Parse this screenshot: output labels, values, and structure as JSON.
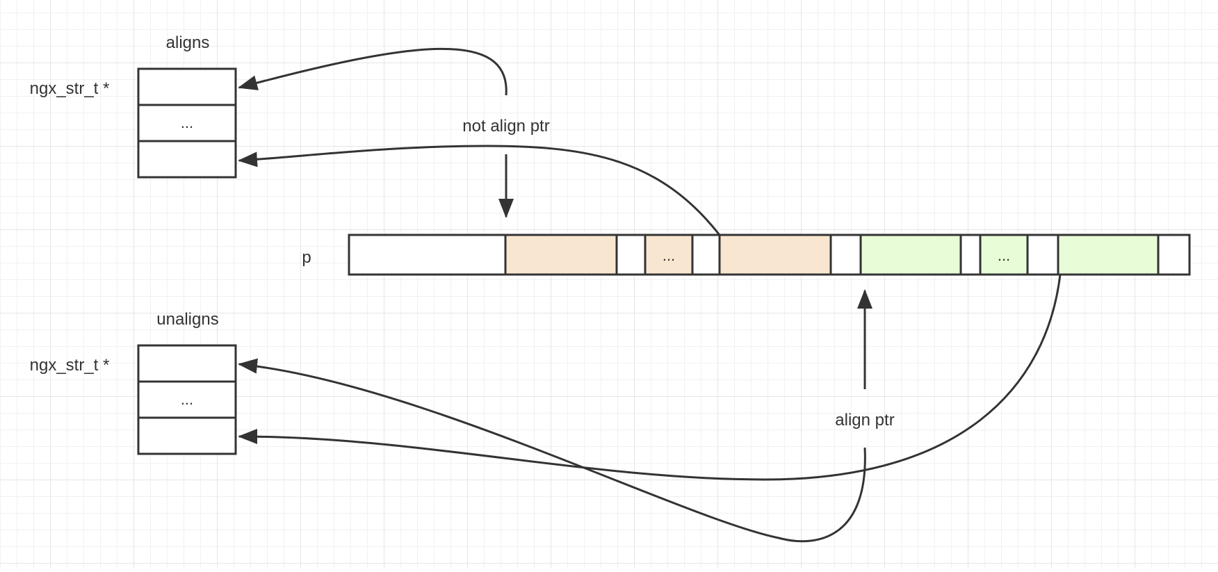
{
  "diagram": {
    "aligns": {
      "title": "aligns",
      "type_label": "ngx_str_t *",
      "cells": [
        "",
        "...",
        ""
      ]
    },
    "unaligns": {
      "title": "unaligns",
      "type_label": "ngx_str_t *",
      "cells": [
        "",
        "...",
        ""
      ]
    },
    "buffer": {
      "label": "p",
      "segments": [
        {
          "name": "buffer-start",
          "text": "",
          "color": "#ffffff"
        },
        {
          "name": "unaligned-block-1",
          "text": "",
          "color": "#f9e6d0"
        },
        {
          "name": "buffer-gap-1",
          "text": "",
          "color": "#ffffff"
        },
        {
          "name": "unaligned-ellipsis",
          "text": "...",
          "color": "#f9e6d0"
        },
        {
          "name": "buffer-gap-2",
          "text": "",
          "color": "#ffffff"
        },
        {
          "name": "unaligned-block-2",
          "text": "",
          "color": "#f9e6d0"
        },
        {
          "name": "buffer-gap-3",
          "text": "",
          "color": "#ffffff"
        },
        {
          "name": "aligned-block-1",
          "text": "",
          "color": "#e8fcd7"
        },
        {
          "name": "buffer-gap-4",
          "text": "",
          "color": "#ffffff"
        },
        {
          "name": "aligned-ellipsis",
          "text": "...",
          "color": "#e8fcd7"
        },
        {
          "name": "buffer-gap-5",
          "text": "",
          "color": "#ffffff"
        },
        {
          "name": "aligned-block-2",
          "text": "",
          "color": "#e8fcd7"
        },
        {
          "name": "buffer-end",
          "text": "",
          "color": "#ffffff"
        }
      ]
    },
    "pointers": {
      "not_align": "not align ptr",
      "align": "align ptr"
    },
    "colors": {
      "stroke": "#333333",
      "unaligned_fill": "#f9e6d0",
      "aligned_fill": "#e8fcd7"
    }
  }
}
